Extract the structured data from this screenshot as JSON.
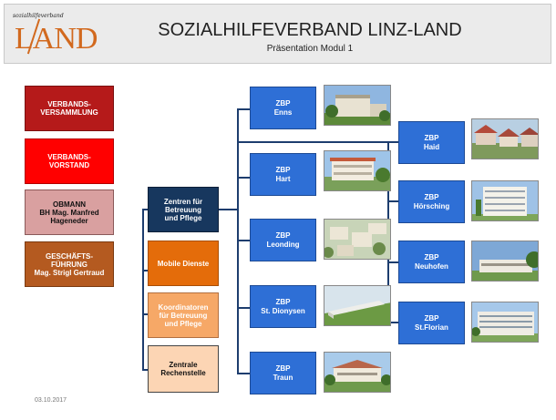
{
  "header": {
    "logo_small_text": "sozialhilfeverband",
    "logo_big_text": "LAND",
    "title": "SOZIALHILFEVERBAND LINZ-LAND",
    "subtitle": "Präsentation Modul 1"
  },
  "left_column": [
    {
      "label": "VERBANDS-\nVERSAMMLUNG",
      "color": "#b51a1a"
    },
    {
      "label": "VERBANDS-\nVORSTAND",
      "color": "#ff0000"
    },
    {
      "label": "OBMANN\nBH Mag. Manfred\nHageneder",
      "color": "#d9a0a0"
    },
    {
      "label": "GESCHÄFTS-\nFÜHRUNG\nMag. Strigl Gertraud",
      "color": "#b45a20"
    }
  ],
  "middle_column": [
    {
      "label": "Zentren für\nBetreuung\nund Pflege",
      "color": "#17375e"
    },
    {
      "label": "Mobile Dienste",
      "color": "#e46c0a"
    },
    {
      "label": "Koordinatoren\nfür Betreuung\nund Pflege",
      "color": "#f6a867"
    },
    {
      "label": "Zentrale\nRechenstelle",
      "color": "#fcd5b4"
    }
  ],
  "zbp_left": [
    {
      "label": "ZBP\nEnns"
    },
    {
      "label": "ZBP\nHart"
    },
    {
      "label": "ZBP\nLeonding"
    },
    {
      "label": "ZBP\nSt. Dionysen"
    },
    {
      "label": "ZBP\nTraun"
    }
  ],
  "zbp_right": [
    {
      "label": "ZBP\nHaid"
    },
    {
      "label": "ZBP\nHörsching"
    },
    {
      "label": "ZBP\nNeuhofen"
    },
    {
      "label": "ZBP\nSt.Florian"
    }
  ],
  "footer": {
    "date": "03.10.2017"
  }
}
